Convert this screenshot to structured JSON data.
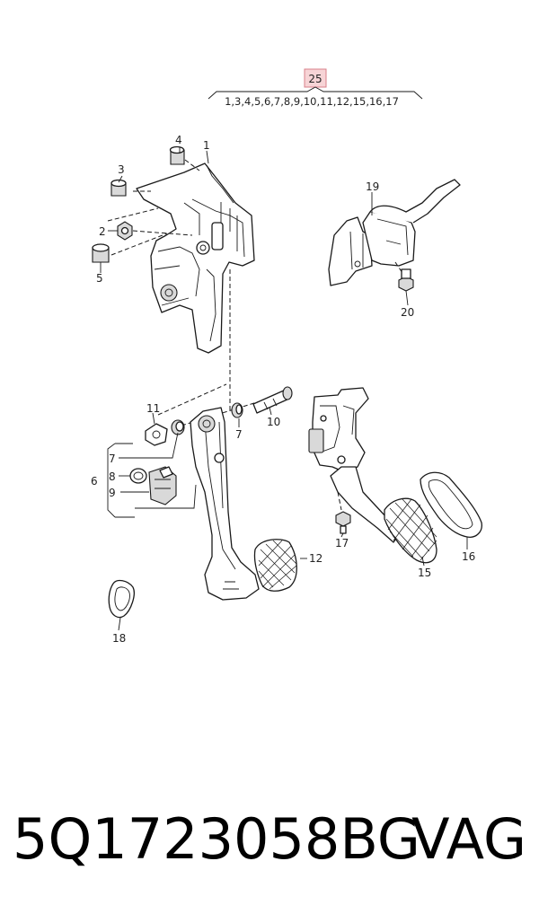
{
  "diagram": {
    "group_callout": "25",
    "group_members": "1,3,4,5,6,7,8,9,10,11,12,15,16,17",
    "labels": {
      "p1": "1",
      "p2": "2",
      "p3": "3",
      "p4": "4",
      "p5": "5",
      "p6": "6",
      "p7a": "7",
      "p7b": "7",
      "p8": "8",
      "p9": "9",
      "p10": "10",
      "p11": "11",
      "p12": "12",
      "p15": "15",
      "p16": "16",
      "p17": "17",
      "p18": "18",
      "p19": "19",
      "p20": "20"
    },
    "colors": {
      "callout_fill": "#f7d4d6",
      "callout_border": "#d9808a",
      "line": "#1a1a1a"
    }
  },
  "footer": {
    "part_number": "5Q1723058BG",
    "brand": "VAG"
  }
}
